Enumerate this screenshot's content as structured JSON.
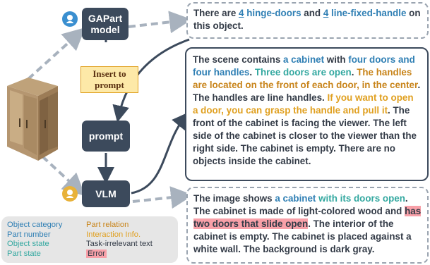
{
  "nodes": {
    "gapart_line1": "GAPart",
    "gapart_line2": "model",
    "insert_line1": "Insert to",
    "insert_line2": "prompt",
    "prompt": "prompt",
    "vlm": "VLM"
  },
  "box_top": {
    "t1": "There are ",
    "n1": "4",
    "t2": " ",
    "p1": "hinge-doors",
    "t3": " and ",
    "n2": "4",
    "t4": " ",
    "p2": "line-fixed-handle",
    "t5": " on this object."
  },
  "box_mid": {
    "s1": "The scene contains ",
    "s2": "a cabinet",
    "s3": " with ",
    "s4": "four doors and four handles",
    "s5": ". ",
    "s6": "Three doors are open",
    "s7": ". ",
    "s8": "The handles are located on the front of each door, in the center",
    "s9": ". The handles are line handles. ",
    "s10": "If you want to open a door, you can grasp the handle and pull it",
    "s11": ". The front of the cabinet is facing the viewer. The left side of the cabinet is closer to the viewer than the right side. The cabinet is empty. There are no objects inside the cabinet."
  },
  "box_bottom": {
    "s1": "The image shows ",
    "s2": "a cabinet",
    "s3": " ",
    "s4": "with its doors open",
    "s5": ". The cabinet is made of light-colored wood and ",
    "s6": "has two doors that slide open",
    "s7": ". The interior of the cabinet is empty. The cabinet is placed against a white wall. The background is dark gray."
  },
  "legend": {
    "object_category": "Object category",
    "part_number": "Part number",
    "object_state": "Object state",
    "part_state": "Part state",
    "part_relation": "Part relation",
    "interaction_info": "Interaction Info.",
    "task_irrelevant": "Task-irrelevant text",
    "error": "Error"
  },
  "colors": {
    "node_fill": "#3c4a5c",
    "category_blue": "#2f7fb4",
    "state_teal": "#33a8a0",
    "relation_orange": "#c8841a",
    "interaction_yellow": "#e0a020",
    "error_red": "#f8a0a8",
    "insert_fill": "#fde9a8",
    "dashed_gray": "#9aa4b0"
  },
  "icons": {
    "gapart_avatar": "person-head-icon",
    "vlm_avatar": "person-head-icon",
    "object": "cabinet-3d-model"
  }
}
